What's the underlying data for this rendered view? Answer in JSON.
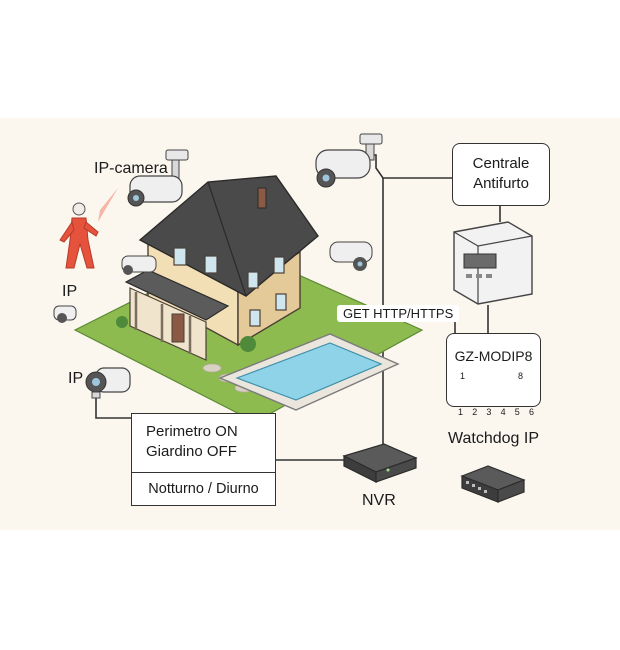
{
  "labels": {
    "ip_camera": "IP-camera",
    "ip_left": "IP",
    "ip_bottom": "IP",
    "get_http": "GET HTTP/HTTPS",
    "nvr": "NVR",
    "watchdog": "Watchdog IP"
  },
  "centrale": {
    "line1": "Centrale",
    "line2": "Antifurto"
  },
  "module": {
    "title": "GZ-MODIP8",
    "first": "1",
    "last": "8",
    "terminals": [
      "1",
      "2",
      "3",
      "4",
      "5",
      "6"
    ]
  },
  "scenario": {
    "line1": "Perimetro ON",
    "line2": "Giardino OFF",
    "mode": "Notturno / Diurno"
  },
  "colors": {
    "background": "#fbf7ee",
    "lawn": "#8dbb4f",
    "wall": "#f3dfb5",
    "roof": "#4a4a4a",
    "pool": "#8fd3e8",
    "person": "#e5533d",
    "beam": "#f6a99b"
  }
}
